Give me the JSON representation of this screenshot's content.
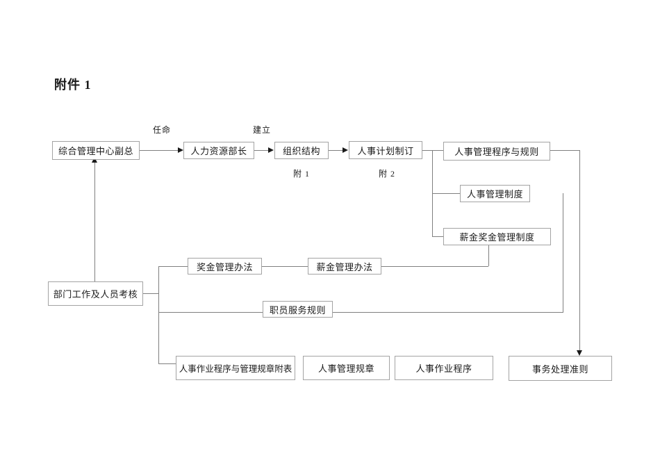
{
  "page": {
    "title": "附件 1"
  },
  "diagram": {
    "nodes": {
      "vp": "综合管理中心副总",
      "hr_director": "人力资源部长",
      "org_structure": "组织结构",
      "hr_planning": "人事计划制订",
      "hr_procedures_rules": "人事管理程序与规则",
      "hr_system": "人事管理制度",
      "salary_bonus_system": "薪金奖金管理制度",
      "bonus_method": "奖金管理办法",
      "salary_method": "薪金管理办法",
      "staff_service_rules": "职员服务规则",
      "dept_assessment": "部门工作及人员考核",
      "hr_ops_appendix": "人事作业程序与管理规章附表",
      "hr_regulations": "人事管理规章",
      "hr_ops_procedures": "人事作业程序",
      "affairs_guidelines": "事务处理准则"
    },
    "edge_labels": {
      "appoint": "任命",
      "establish": "建立",
      "attach1": "附 1",
      "attach2": "附 2"
    },
    "edges": [
      {
        "from": "vp",
        "to": "hr_director",
        "label": "任命",
        "arrow": true
      },
      {
        "from": "hr_director",
        "to": "org_structure",
        "label": "建立",
        "arrow": true
      },
      {
        "from": "org_structure",
        "to": "hr_planning",
        "arrow": true
      },
      {
        "from": "hr_planning",
        "to": "hr_procedures_rules",
        "arrow": false
      },
      {
        "from": "hr_planning",
        "to": "hr_system",
        "arrow": false
      },
      {
        "from": "hr_planning",
        "to": "salary_bonus_system",
        "arrow": false
      },
      {
        "from": "hr_procedures_rules",
        "to": "affairs_guidelines",
        "arrow": true
      },
      {
        "from": "hr_system",
        "to": "staff_service_rules",
        "arrow": false
      },
      {
        "from": "salary_bonus_system",
        "to": "salary_method",
        "arrow": false
      },
      {
        "from": "bonus_method",
        "to": "salary_method",
        "arrow": false
      },
      {
        "from": "dept_assessment",
        "to": "vp",
        "arrow": true
      },
      {
        "from": "dept_assessment",
        "to": "bonus_method",
        "arrow": false
      },
      {
        "from": "dept_assessment",
        "to": "staff_service_rules",
        "arrow": false
      },
      {
        "from": "dept_assessment",
        "to": "hr_ops_appendix",
        "arrow": false
      }
    ],
    "annotations": [
      {
        "near": "org_structure",
        "text": "附 1"
      },
      {
        "near": "hr_planning",
        "text": "附 2"
      }
    ],
    "colors": {
      "box_border": "#a3a3a3",
      "line": "#7f7f7f",
      "arrow": "#1a1a1a",
      "text": "#1a1a1a",
      "background": "#ffffff"
    }
  }
}
